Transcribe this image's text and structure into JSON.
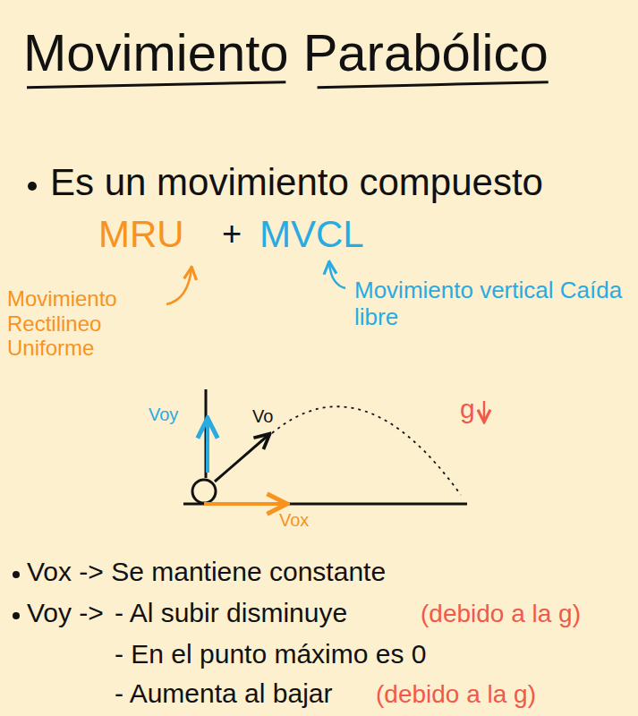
{
  "diagram": {
    "title": "Movimiento Parabólico",
    "labels": [
      "Es un movimiento compuesto",
      "MRU",
      "+",
      "MVCL",
      "Movimiento Rectilineo Uniforme",
      "Movimiento vertical Caída libre",
      "Voy",
      "Vo",
      "g",
      "Vox",
      "Vox -> Se mantiene constante",
      "Voy ->",
      "- Al subir disminuye",
      "(debido a la g)",
      "- En el punto máximo es 0",
      "- Aumenta al bajar",
      "(debido a la g)"
    ]
  }
}
